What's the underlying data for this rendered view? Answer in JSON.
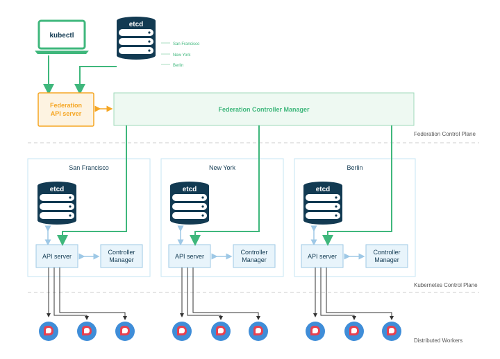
{
  "laptop": {
    "label": "kubectl"
  },
  "global_etcd": {
    "label": "etcd",
    "replicas": [
      "San Francisco",
      "New York",
      "Berlin"
    ]
  },
  "federation_api": {
    "line1": "Federation",
    "line2": "API server"
  },
  "federation_controller": {
    "label": "Federation Controller Manager"
  },
  "planes": {
    "federation": "Federation Control Plane",
    "kubernetes": "Kubernetes Control Plane",
    "workers": "Distributed Workers"
  },
  "clusters": [
    {
      "name": "San Francisco",
      "etcd": "etcd",
      "api": "API server",
      "cm_line1": "Controller",
      "cm_line2": "Manager"
    },
    {
      "name": "New York",
      "etcd": "etcd",
      "api": "API server",
      "cm_line1": "Controller",
      "cm_line2": "Manager"
    },
    {
      "name": "Berlin",
      "etcd": "etcd",
      "api": "API server",
      "cm_line1": "Controller",
      "cm_line2": "Manager"
    }
  ],
  "colors": {
    "green": "#3fb77c",
    "orange": "#f5a623",
    "orange_fill": "#fdf3e1",
    "cluster_border": "#c5e4f3",
    "box_fill": "#e8f4fb",
    "db_fill": "#123a52",
    "worker_blue": "#3f8dd8",
    "worker_red": "#e8404f"
  }
}
